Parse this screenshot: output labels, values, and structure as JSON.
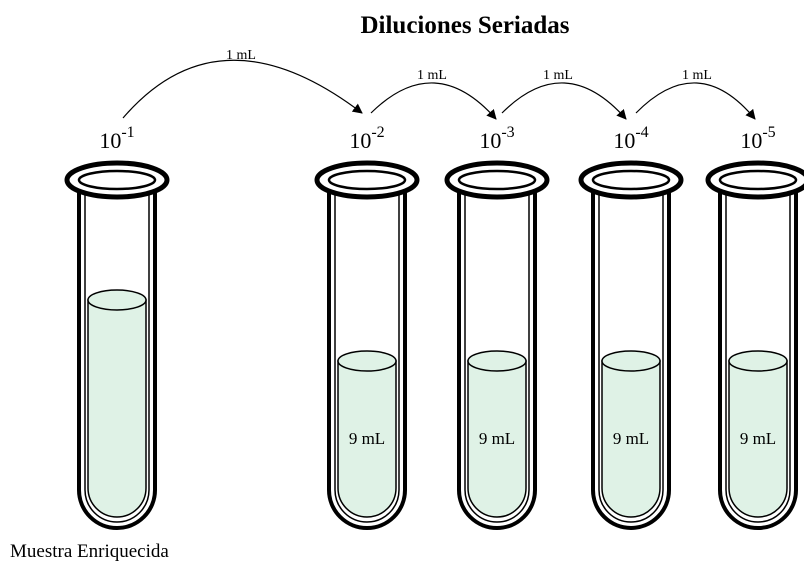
{
  "title": "Diluciones Seriadas",
  "colors": {
    "liquid": "#dff2e6",
    "outline": "#000000",
    "background": "#ffffff"
  },
  "tubes": [
    {
      "base": "10",
      "exp": "-1",
      "volume": ""
    },
    {
      "base": "10",
      "exp": "-2",
      "volume": "9 mL"
    },
    {
      "base": "10",
      "exp": "-3",
      "volume": "9 mL"
    },
    {
      "base": "10",
      "exp": "-4",
      "volume": "9 mL"
    },
    {
      "base": "10",
      "exp": "-5",
      "volume": "9 mL"
    }
  ],
  "transfers": [
    {
      "label": "1 mL"
    },
    {
      "label": "1 mL"
    },
    {
      "label": "1 mL"
    },
    {
      "label": "1 mL"
    }
  ],
  "caption": "Muestra Enriquecida"
}
